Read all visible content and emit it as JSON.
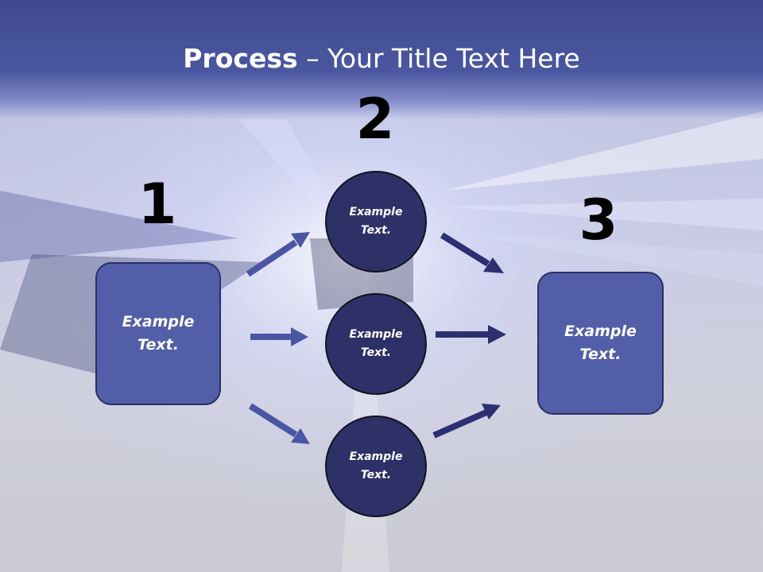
{
  "slide": {
    "title_bold": "Process",
    "title_rest": " – Your Title Text Here",
    "steps": [
      "1",
      "2",
      "3"
    ],
    "left_box": "Example Text.",
    "circles": [
      "Example Text.",
      "Example Text.",
      "Example Text."
    ],
    "right_box": "Example Text."
  },
  "colors": {
    "title_band": "#4a57a0",
    "box_fill": "#525fa8",
    "circle_fill": "#2e3168",
    "left_arrows": "#4a56a4",
    "right_arrows": "#2c3070"
  }
}
